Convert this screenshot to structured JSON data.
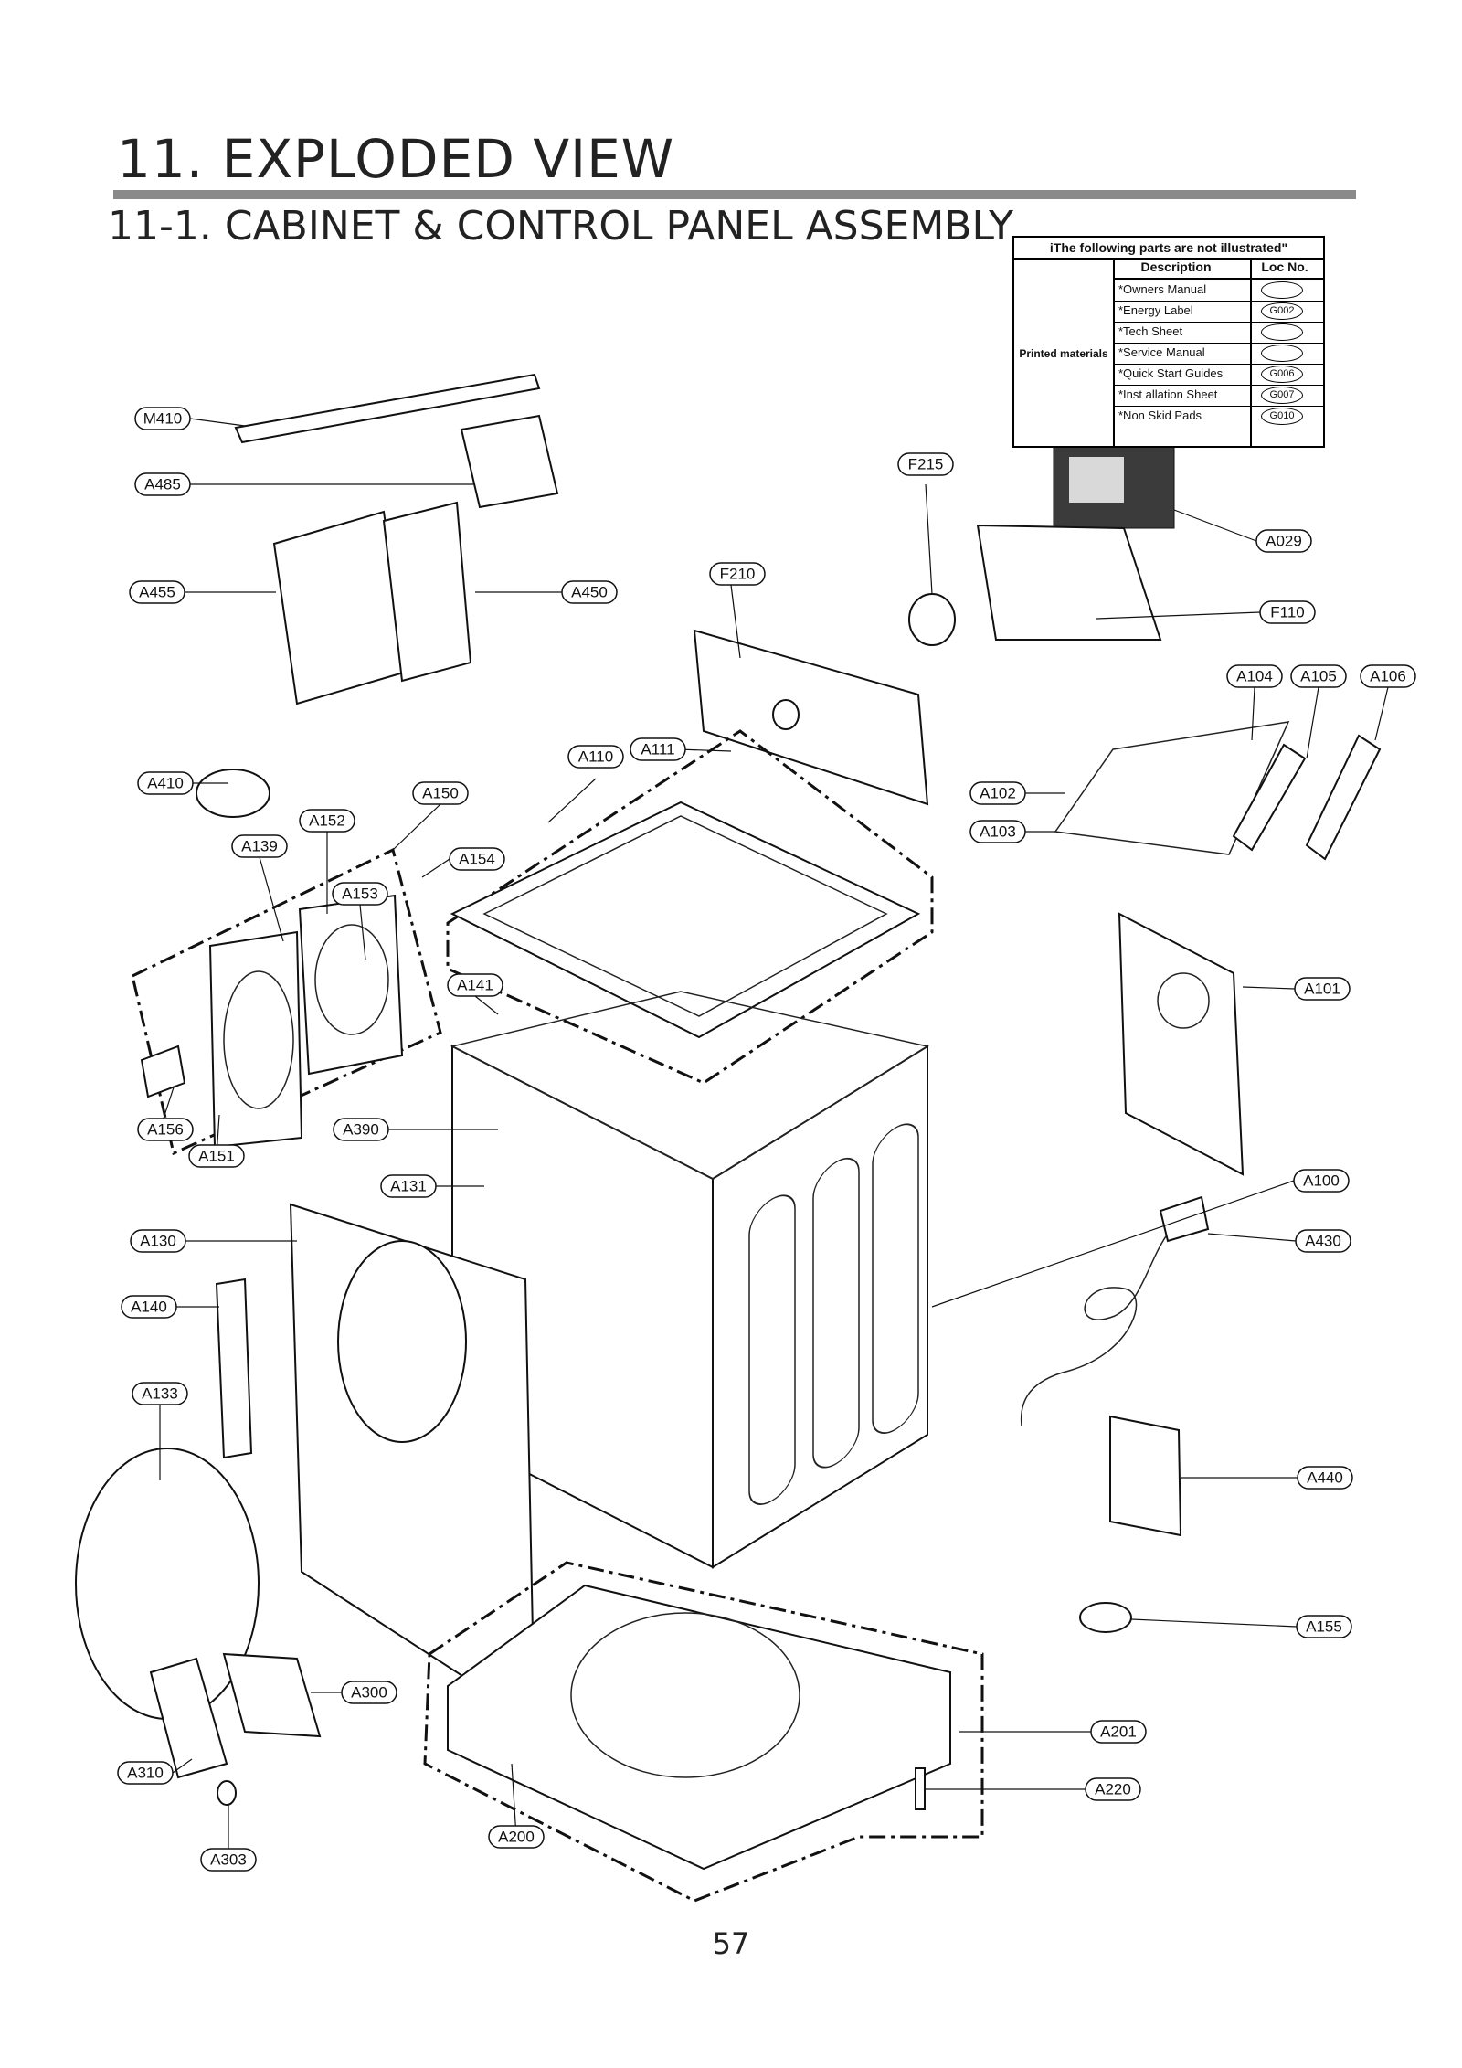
{
  "header": {
    "title": "11. EXPLODED VIEW",
    "section": "11-1. CABINET  & CONTROL PANEL ASSEMBLY"
  },
  "parts_table": {
    "title": "iThe following parts are not illustrated\"",
    "col_description": "Description",
    "col_loc": "Loc No.",
    "category": "Printed materials",
    "rows": [
      {
        "description": "*Owners  Manual",
        "loc": ""
      },
      {
        "description": "*Energy Label",
        "loc": "G002"
      },
      {
        "description": "*Tech Sheet",
        "loc": ""
      },
      {
        "description": "*Service Manual",
        "loc": ""
      },
      {
        "description": "*Quick Start Guides",
        "loc": "G006"
      },
      {
        "description": "*Inst allation Sheet",
        "loc": "G007"
      },
      {
        "description": "*Non Skid Pads",
        "loc": "G010"
      }
    ]
  },
  "callouts": [
    {
      "id": "M410"
    },
    {
      "id": "A485"
    },
    {
      "id": "A455"
    },
    {
      "id": "A450"
    },
    {
      "id": "F215"
    },
    {
      "id": "A029"
    },
    {
      "id": "F210"
    },
    {
      "id": "F110"
    },
    {
      "id": "A104"
    },
    {
      "id": "A105"
    },
    {
      "id": "A106"
    },
    {
      "id": "A410"
    },
    {
      "id": "A110"
    },
    {
      "id": "A111"
    },
    {
      "id": "A150"
    },
    {
      "id": "A152"
    },
    {
      "id": "A139"
    },
    {
      "id": "A154"
    },
    {
      "id": "A153"
    },
    {
      "id": "A102"
    },
    {
      "id": "A103"
    },
    {
      "id": "A141"
    },
    {
      "id": "A101"
    },
    {
      "id": "A156"
    },
    {
      "id": "A390"
    },
    {
      "id": "A151"
    },
    {
      "id": "A131"
    },
    {
      "id": "A100"
    },
    {
      "id": "A130"
    },
    {
      "id": "A430"
    },
    {
      "id": "A140"
    },
    {
      "id": "A133"
    },
    {
      "id": "A440"
    },
    {
      "id": "A155"
    },
    {
      "id": "A300"
    },
    {
      "id": "A201"
    },
    {
      "id": "A310"
    },
    {
      "id": "A220"
    },
    {
      "id": "A303"
    },
    {
      "id": "A200"
    }
  ],
  "footer": {
    "page_number": "57"
  }
}
